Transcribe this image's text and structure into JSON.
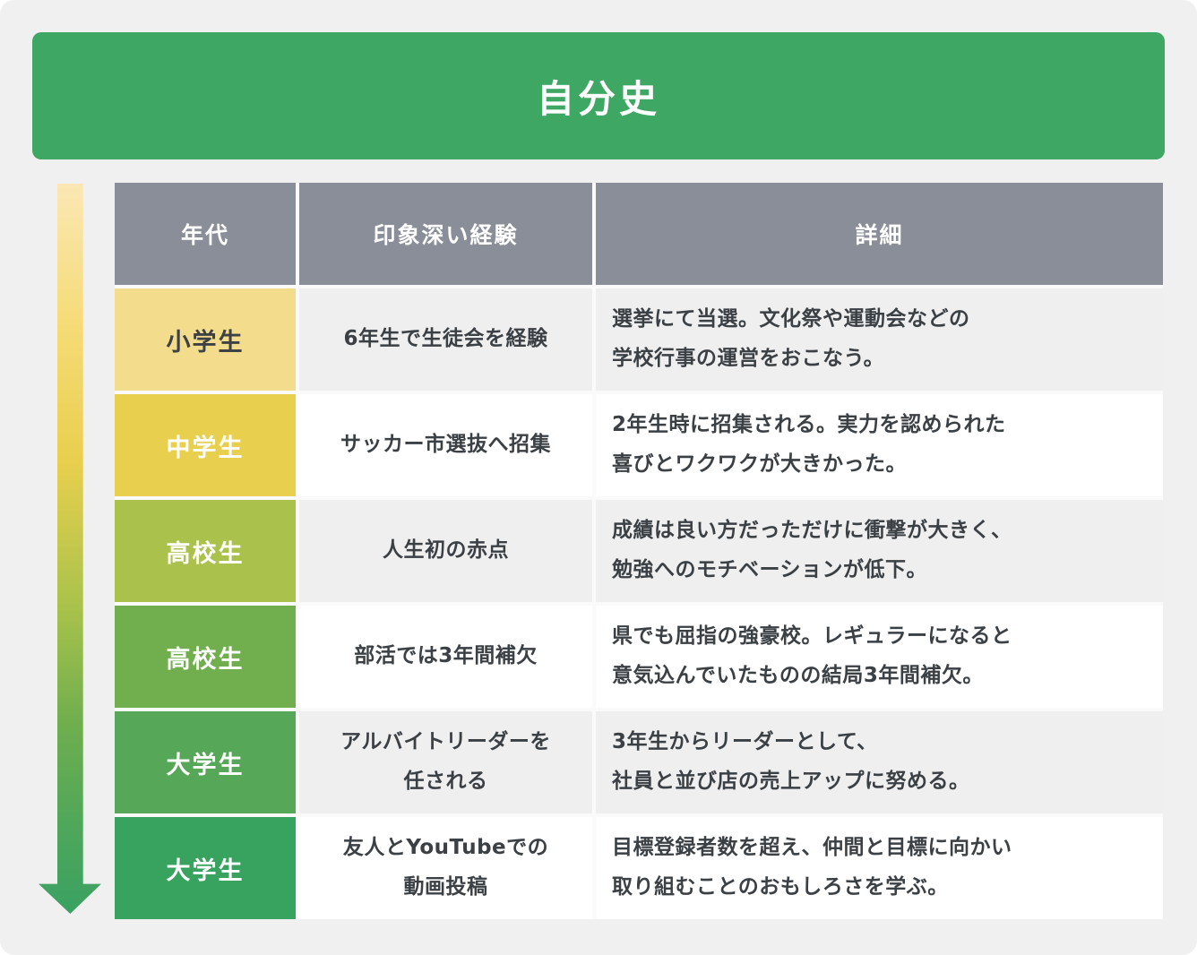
{
  "banner": {
    "title": "自分史"
  },
  "colors": {
    "canvas_bg": "#f0f0f1",
    "banner_green": "#3fa764",
    "header_gray": "#898e98",
    "body_text": "#3b4045",
    "row_stripe_odd": "#efeff0",
    "row_stripe_even": "#ffffff"
  },
  "table": {
    "columns": [
      "年代",
      "印象深い経験",
      "詳細"
    ],
    "rows": [
      {
        "era": "小学生",
        "era_bg": "#f3dd8d",
        "era_color": "#3d4145",
        "experience": "6年生で生徒会を経験",
        "detail": "選挙にて当選。文化祭や運動会などの\n学校行事の運営をおこなう。"
      },
      {
        "era": "中学生",
        "era_bg": "#e9cf4e",
        "era_color": "#ffffff",
        "experience": "サッカー市選抜へ招集",
        "detail": "2年生時に招集される。実力を認められた\n喜びとワクワクが大きかった。"
      },
      {
        "era": "高校生",
        "era_bg": "#aac24b",
        "era_color": "#ffffff",
        "experience": "人生初の赤点",
        "detail": "成績は良い方だっただけに衝撃が大きく、\n勉強へのモチベーションが低下。"
      },
      {
        "era": "高校生",
        "era_bg": "#70ae4e",
        "era_color": "#ffffff",
        "experience": "部活では3年間補欠",
        "detail": "県でも屈指の強豪校。レギュラーになると\n意気込んでいたものの結局3年間補欠。"
      },
      {
        "era": "大学生",
        "era_bg": "#56a757",
        "era_color": "#ffffff",
        "experience": "アルバイトリーダーを\n任される",
        "detail": "3年生からリーダーとして、\n社員と並び店の売上アップに努める。"
      },
      {
        "era": "大学生",
        "era_bg": "#38a25f",
        "era_color": "#ffffff",
        "experience": "友人とYouTubeでの\n動画投稿",
        "detail": "目標登録者数を超え、仲間と目標に向かい\n取り組むことのおもしろさを学ぶ。"
      }
    ]
  },
  "arrow": {
    "direction": "down",
    "gradient_stops": [
      "#fbe7b4 0%",
      "#f5db75 20%",
      "#e9cf4e 38%",
      "#a9c24b 58%",
      "#6fae4e 74%",
      "#4fa75a 88%",
      "#3aa162 100%"
    ]
  }
}
